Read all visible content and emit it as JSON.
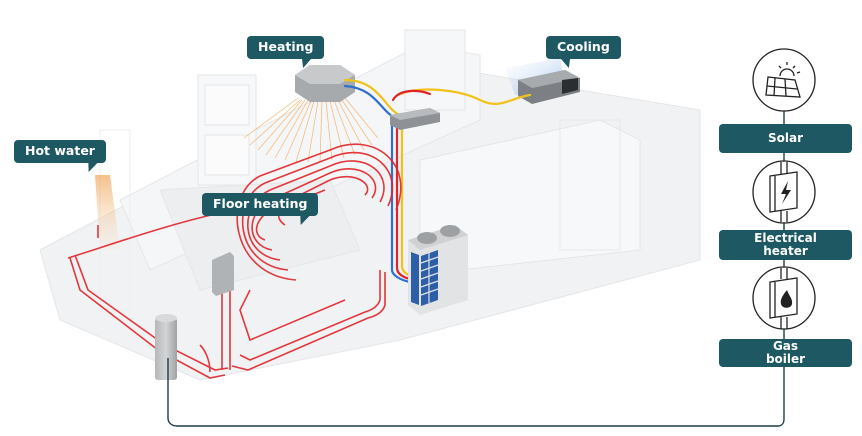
{
  "colors": {
    "teal": "#1d5863",
    "pipe_red": "#e0242b",
    "pipe_blue": "#2f6fd0",
    "pipe_yellow": "#f2c21c",
    "warm_glow": "#f3c27c",
    "cool_glow": "#a9c8ee",
    "unit_gray": "#9a9d a0"
  },
  "callouts": {
    "heating": "Heating",
    "cooling": "Cooling",
    "hot_water": "Hot water",
    "floor_heating": "Floor heating"
  },
  "energy_sources": [
    {
      "label_line1": "Solar",
      "label_line2": "",
      "icon": "solar-panel-icon"
    },
    {
      "label_line1": "Electrical",
      "label_line2": "heater",
      "icon": "electric-heater-icon"
    },
    {
      "label_line1": "Gas",
      "label_line2": "boiler",
      "icon": "gas-boiler-icon"
    }
  ]
}
